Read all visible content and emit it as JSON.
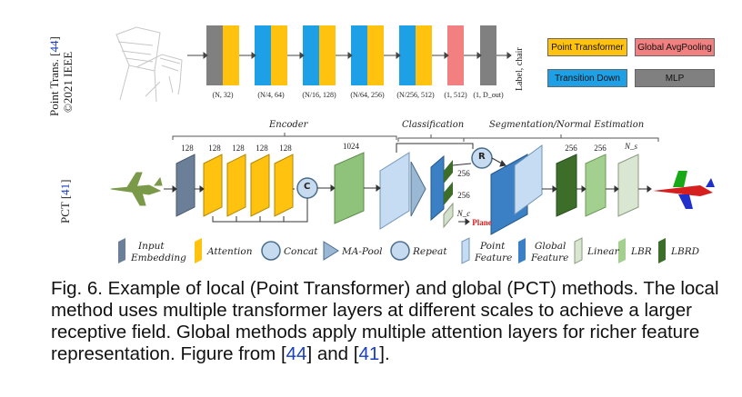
{
  "point_transformer": {
    "side_label_line1": "Point Trans. [44]",
    "side_label_prefix": "Point Trans. [",
    "side_label_ref": "44",
    "side_label_suffix": "]",
    "side_label_line2": "©2021 IEEE",
    "output_label": "Label, chair",
    "dims": [
      "(N, 32)",
      "(N/4, 64)",
      "(N/16, 128)",
      "(N/64, 256)",
      "(N/256, 512)",
      "(1, 512)",
      "(1, D_out)"
    ],
    "legend": {
      "point_transformer": "Point Transformer",
      "global_avgpooling": "Global AvgPooling",
      "transition_down": "Transition Down",
      "mlp": "MLP"
    },
    "colors": {
      "point_transformer": "#ffc20e",
      "transition_down": "#1ea0e6",
      "global_avgpooling": "#f28080",
      "mlp": "#808080"
    }
  },
  "pct": {
    "side_label_prefix": "PCT [",
    "side_label_ref": "41",
    "side_label_suffix": "]",
    "section_encoder": "Encoder",
    "section_classification": "Classification",
    "section_segmentation": "Segmentation/Normal Estimation",
    "encoder_dims": [
      "128",
      "128",
      "128",
      "128",
      "128",
      "1024"
    ],
    "classification_dims": [
      "256",
      "256",
      "N_c"
    ],
    "segmentation_dims": [
      "256",
      "256",
      "N_s"
    ],
    "plane_label": "Plane",
    "concat_symbol": "C",
    "repeat_symbol": "R",
    "legend": {
      "input_embedding": "Input Embedding",
      "input_embedding_l1": "Input",
      "input_embedding_l2": "Embedding",
      "attention": "Attention",
      "concat": "Concat",
      "ma_pool": "MA-Pool",
      "repeat": "Repeat",
      "point_feature_l1": "Point",
      "point_feature_l2": "Feature",
      "global_feature_l1": "Global",
      "global_feature_l2": "Feature",
      "linear": "Linear",
      "lbr": "LBR",
      "lbrd": "LBRD"
    }
  },
  "caption": {
    "text_1": "Fig. 6. Example of local (Point Transformer) and global (PCT) methods. The local method uses multiple transformer layers at different scales to achieve a larger receptive field. Global methods apply multiple attention layers for richer feature representation. Figure from [",
    "ref_1": "44",
    "text_2": "] and [",
    "ref_2": "41",
    "text_3": "]."
  }
}
